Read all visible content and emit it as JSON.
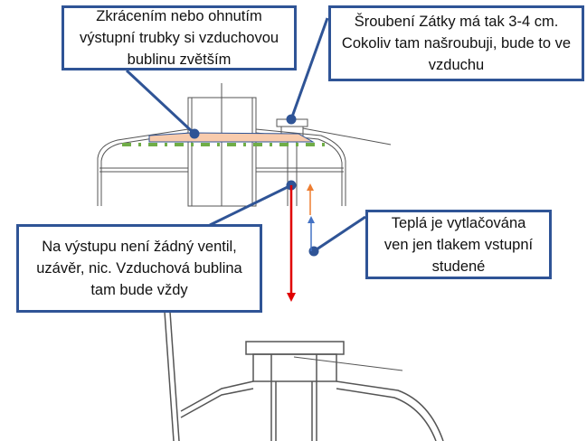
{
  "callouts": {
    "shortening": "Zkrácením nebo ohnutím výstupní trubky si vzduchovou bublinu zvětším",
    "plug_thread": "Šroubení Zátky má tak 3-4 cm. Cokoliv tam našroubuji, bude to ve vzduchu",
    "outlet": "Na výstupu není žádný ventil, uzávěr, nic. Vzduchová bublina tam bude vždy",
    "warm_water": "Teplá je vytlačována ven jen tlakem vstupní studené"
  },
  "colors": {
    "callout_border": "#2f5496",
    "hot_arrow": "#e00000",
    "warm_arrow": "#ed7d31",
    "cold_arrow": "#4472c4",
    "air_bubble": "#f8cbad",
    "water_level": "#70ad47"
  }
}
